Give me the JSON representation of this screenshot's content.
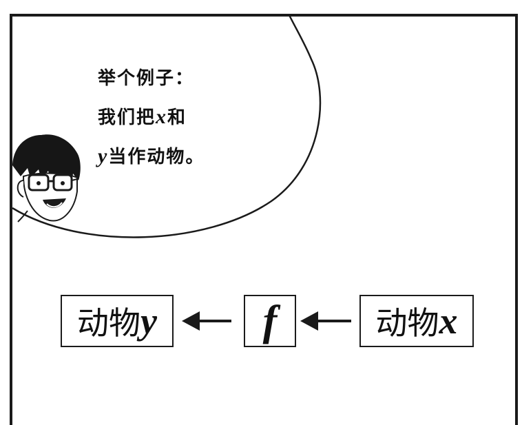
{
  "speech": {
    "line1": "举个例子：",
    "line2_pre": "我们把",
    "line2_var": "x",
    "line2_post": "和",
    "line3_var": "y",
    "line3_post": "当作动物。"
  },
  "diagram": {
    "output_box": {
      "text": "动物",
      "var": "y"
    },
    "function_box": {
      "var": "f"
    },
    "input_box": {
      "text": "动物",
      "var": "x"
    }
  }
}
